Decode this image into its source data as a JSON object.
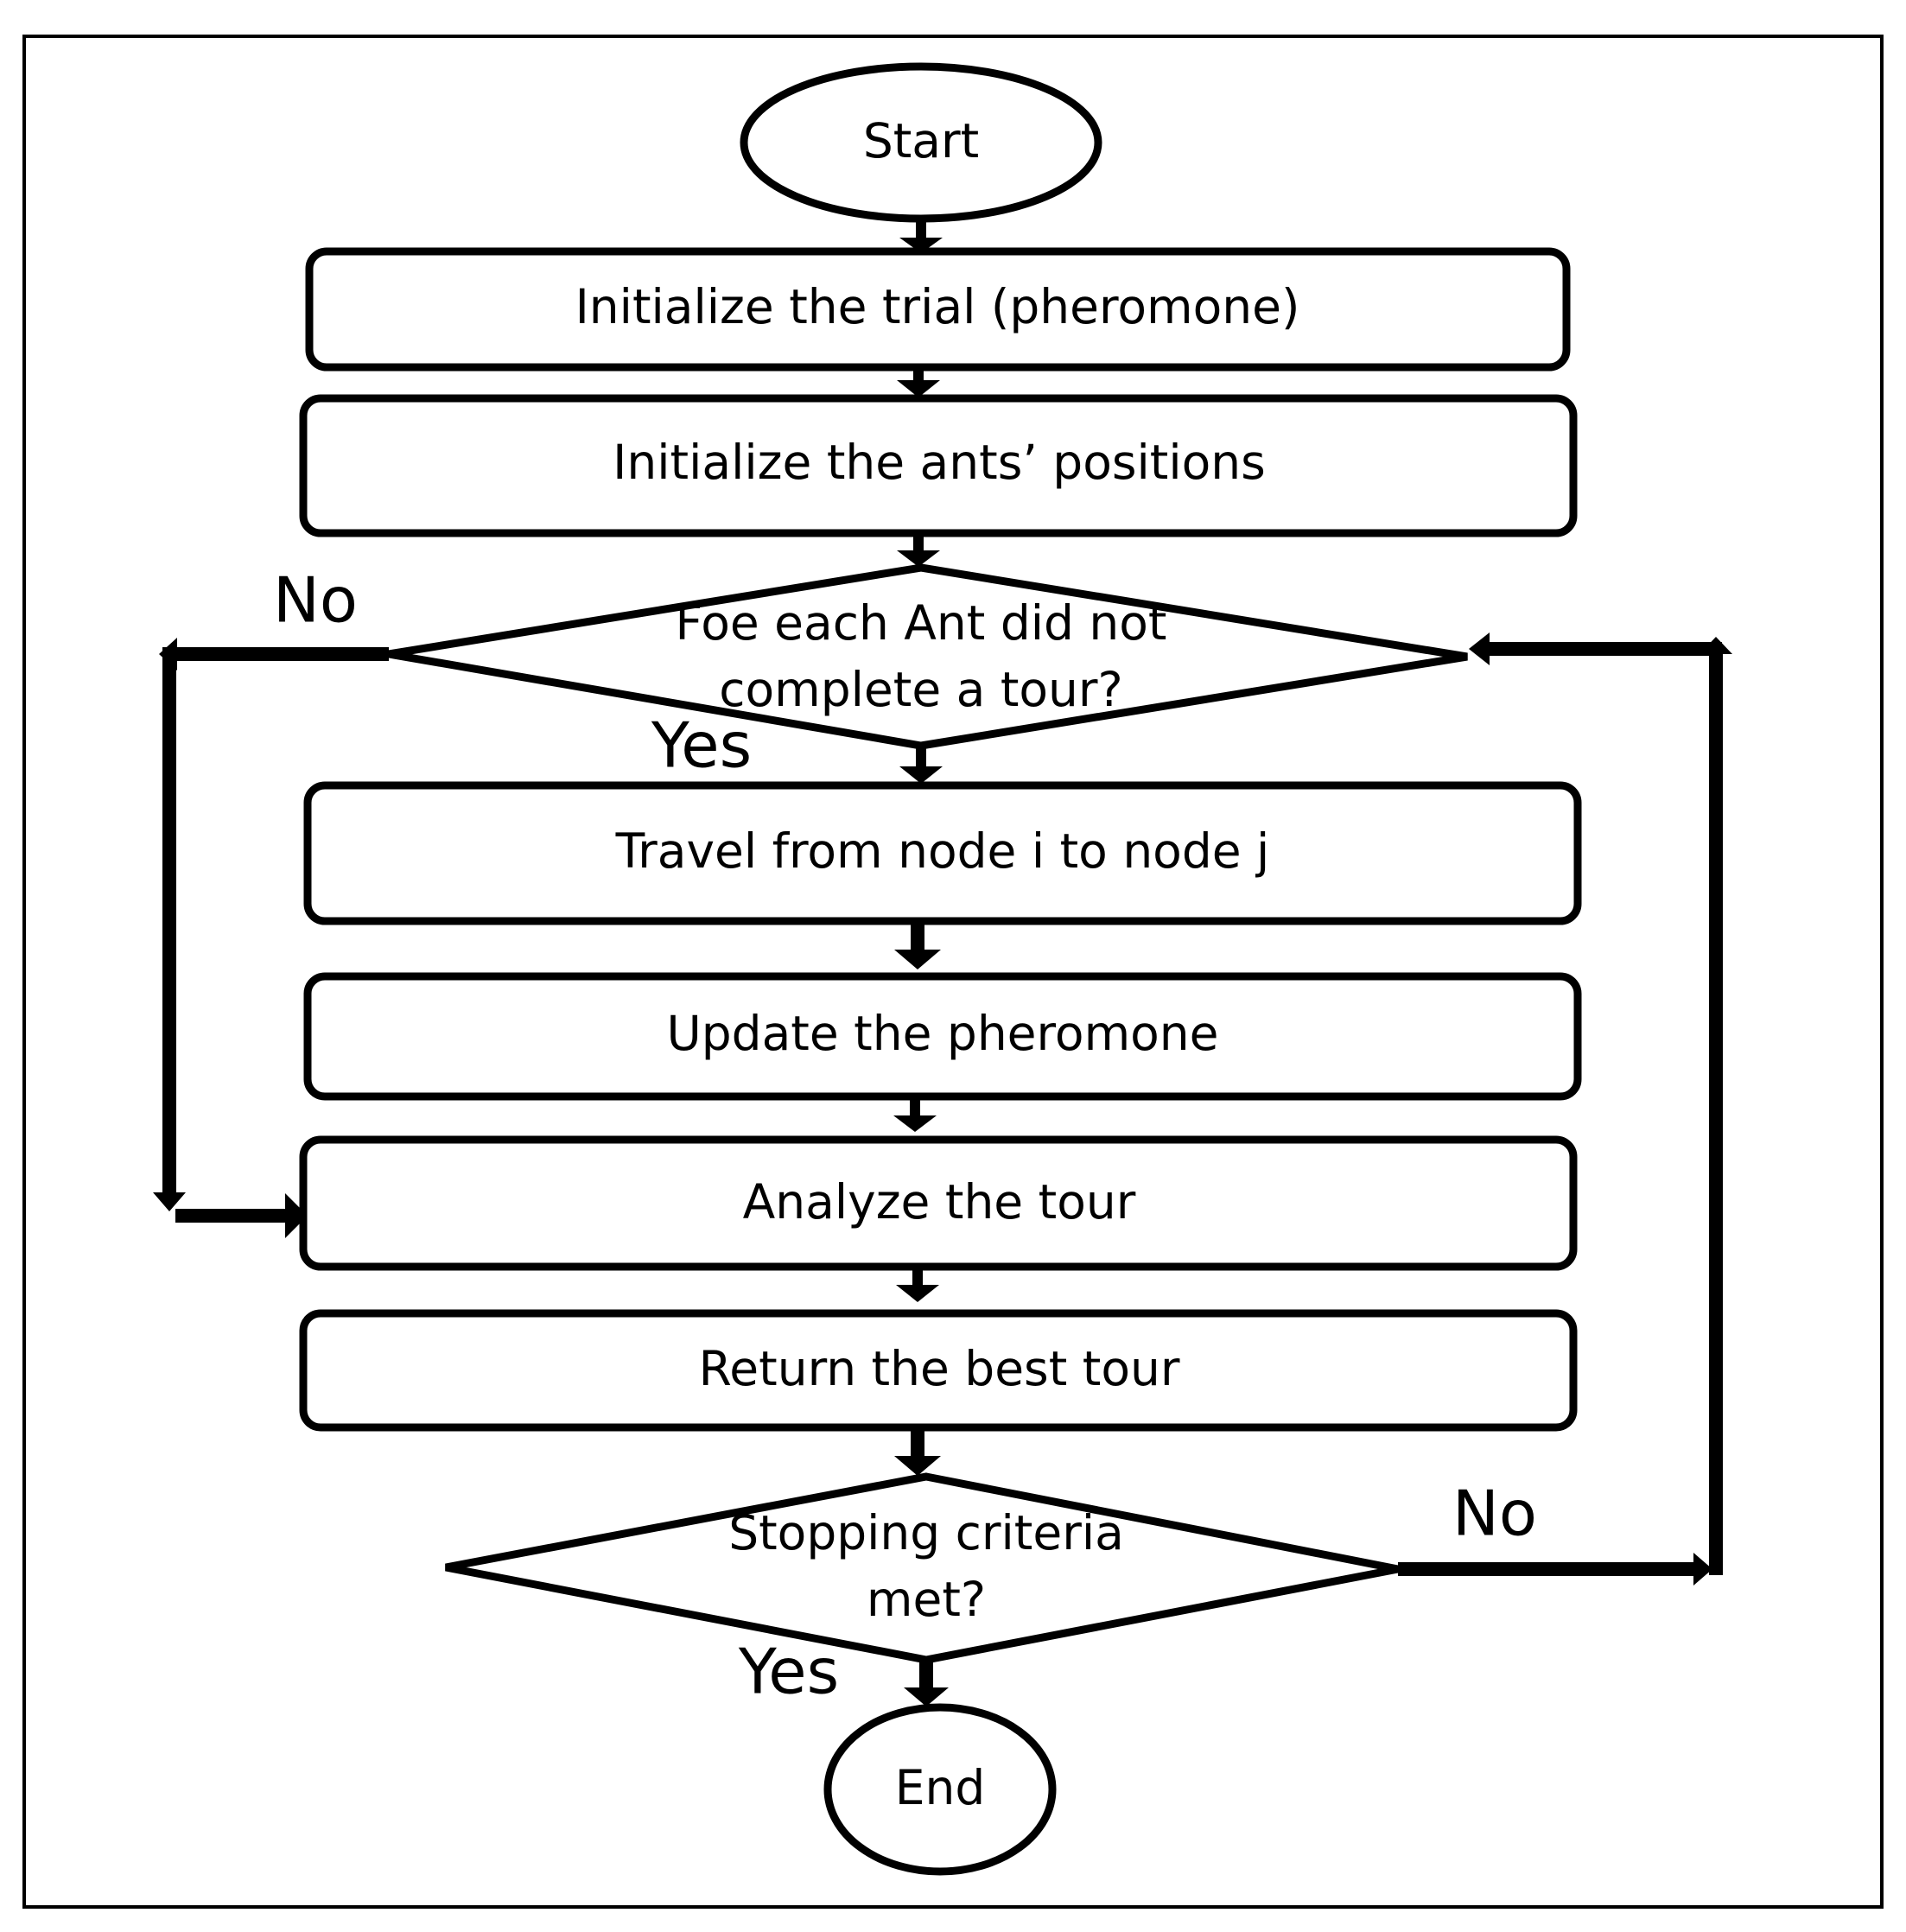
{
  "flowchart": {
    "start": "Start",
    "steps": [
      "Initialize the trial (pheromone)",
      "Initialize the ants’ positions",
      "Travel from node i to node j",
      "Update the pheromone",
      "Analyze the tour",
      "Return the best tour"
    ],
    "decision_tour": {
      "line1": "Foe each Ant did not",
      "line2": "complete a tour?",
      "yes_label": "Yes",
      "no_label": "No"
    },
    "decision_stop": {
      "line1": "Stopping criteria",
      "line2": "met?",
      "yes_label": "Yes",
      "no_label": "No"
    },
    "end": "End"
  }
}
